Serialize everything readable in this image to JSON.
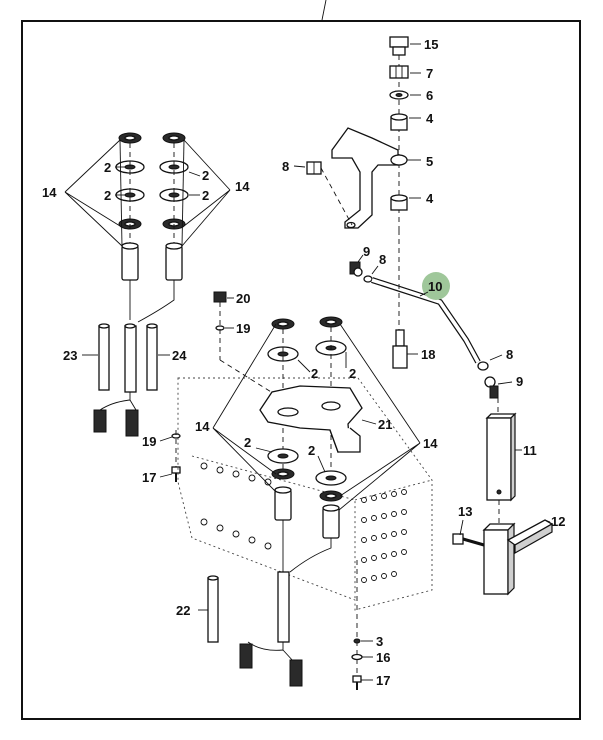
{
  "highlight_color": "#9fc79a",
  "callouts": {
    "c15": "15",
    "c7": "7",
    "c6": "6",
    "c4a": "4",
    "c5": "5",
    "c8a": "8",
    "c4b": "4",
    "c9a": "9",
    "c8b": "8",
    "c10": "10",
    "c18": "18",
    "c8c": "8",
    "c9b": "9",
    "c11": "11",
    "c12": "12",
    "c13": "13",
    "c14a": "14",
    "c14b": "14",
    "c2a": "2",
    "c2b": "2",
    "c2c": "2",
    "c2d": "2",
    "c23": "23",
    "c24": "24",
    "c19a": "19",
    "c17a": "17",
    "c20": "20",
    "c19b": "19",
    "c2e": "2",
    "c2f": "2",
    "c21": "21",
    "c14c": "14",
    "c14d": "14",
    "c2g": "2",
    "c2h": "2",
    "c22": "22",
    "c3": "3",
    "c16": "16",
    "c17b": "17"
  }
}
